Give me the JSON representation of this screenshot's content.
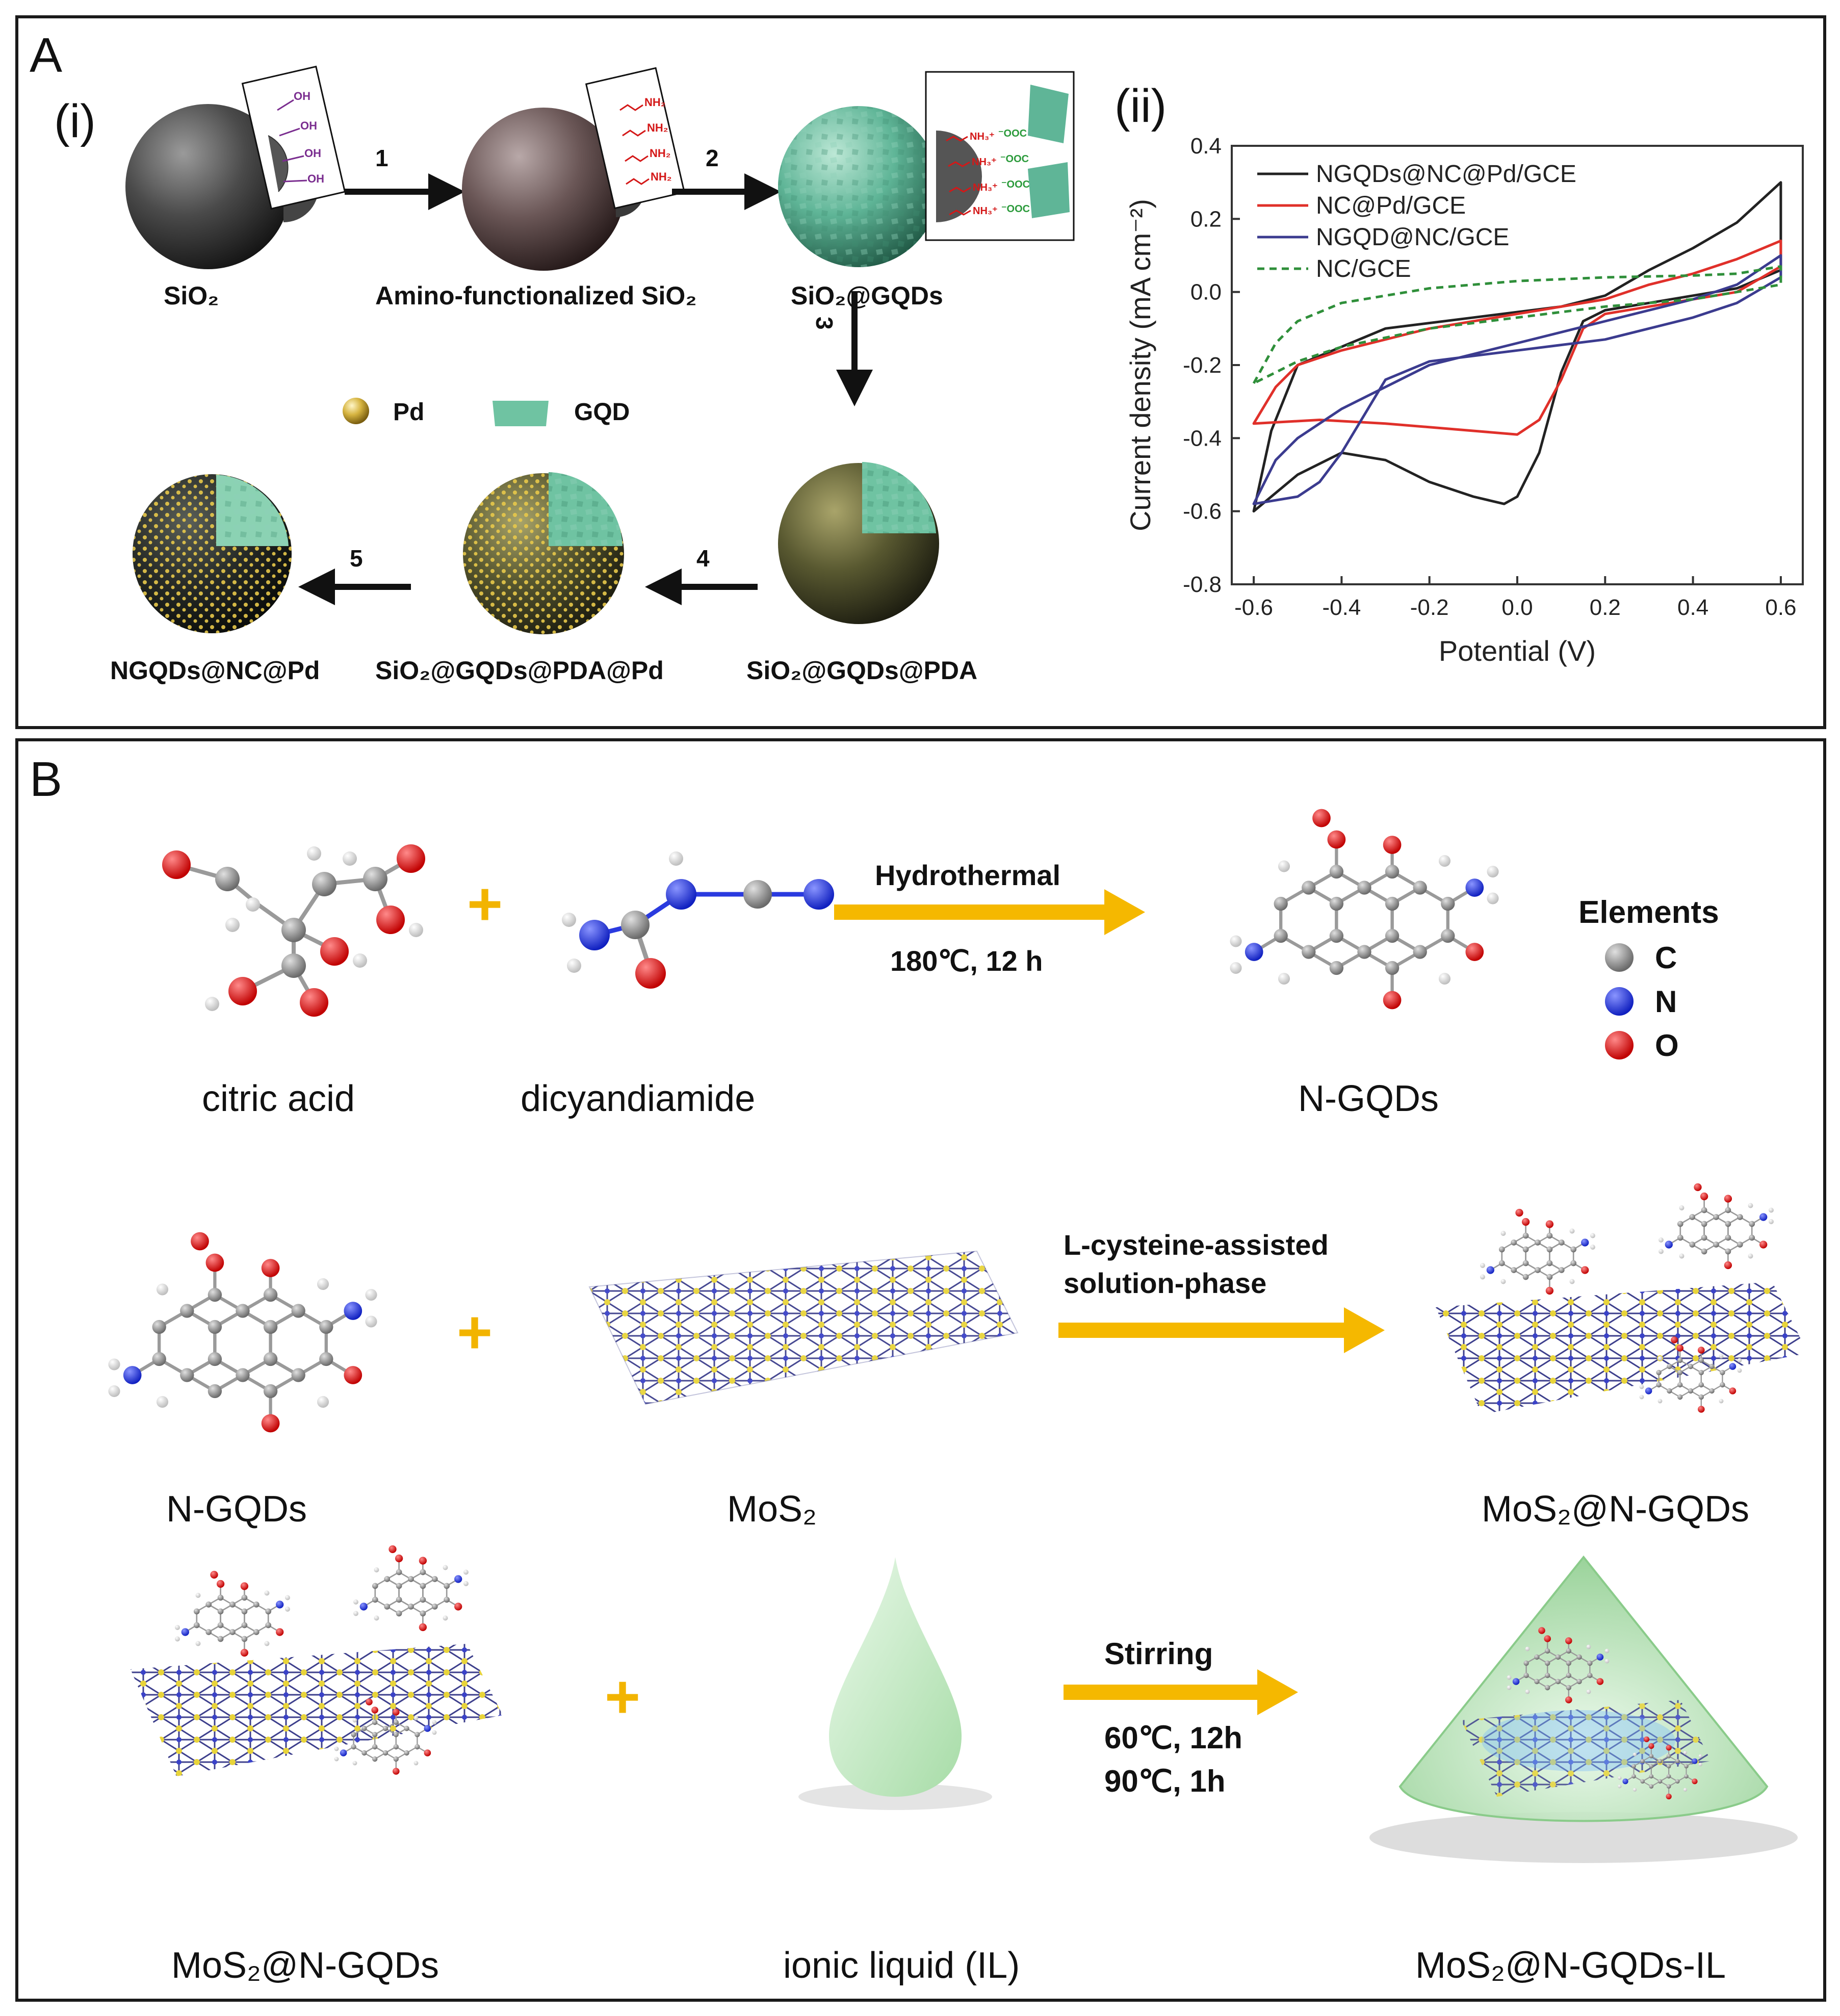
{
  "panelA": {
    "letter": "A",
    "sub_i": "(i)",
    "sub_ii": "(ii)",
    "labels": {
      "sio2": "SiO₂",
      "amino": "Amino-functionalized SiO₂",
      "sio2gqds": "SiO₂@GQDs",
      "sio2gqdspda": "SiO₂@GQDs@PDA",
      "sio2gqdspdapd": "SiO₂@GQDs@PDA@Pd",
      "ngqdsncpd": "NGQDs@NC@Pd"
    },
    "steps": [
      "1",
      "2",
      "3",
      "4",
      "5"
    ],
    "legend": {
      "pd": "Pd",
      "gqd": "GQD"
    },
    "chem_labels": {
      "oh": "OH",
      "nh2": "NH₂",
      "nh3": "NH₃⁺",
      "ooc": "⁻OOC"
    }
  },
  "chart_data": {
    "type": "line",
    "xlabel": "Potential (V)",
    "ylabel": "Current density (mA cm⁻²)",
    "xlim": [
      -0.65,
      0.65
    ],
    "ylim": [
      -0.8,
      0.4
    ],
    "xticks": [
      -0.6,
      -0.4,
      -0.2,
      0.0,
      0.2,
      0.4,
      0.6
    ],
    "yticks": [
      -0.8,
      -0.6,
      -0.4,
      -0.2,
      0.0,
      0.2,
      0.4
    ],
    "legend_position": "top-left",
    "series": [
      {
        "name": "NGQDs@NC@Pd/GCE",
        "color": "#222222",
        "dash": "none",
        "points": [
          [
            -0.6,
            -0.6
          ],
          [
            -0.56,
            -0.38
          ],
          [
            -0.5,
            -0.2
          ],
          [
            -0.4,
            -0.15
          ],
          [
            -0.3,
            -0.1
          ],
          [
            -0.1,
            -0.07
          ],
          [
            0.1,
            -0.04
          ],
          [
            0.2,
            -0.01
          ],
          [
            0.3,
            0.06
          ],
          [
            0.4,
            0.12
          ],
          [
            0.5,
            0.19
          ],
          [
            0.6,
            0.3
          ],
          [
            0.6,
            0.06
          ],
          [
            0.5,
            0.01
          ],
          [
            0.4,
            -0.01
          ],
          [
            0.3,
            -0.03
          ],
          [
            0.2,
            -0.05
          ],
          [
            0.15,
            -0.08
          ],
          [
            0.1,
            -0.22
          ],
          [
            0.05,
            -0.44
          ],
          [
            0.0,
            -0.56
          ],
          [
            -0.03,
            -0.58
          ],
          [
            -0.1,
            -0.56
          ],
          [
            -0.2,
            -0.52
          ],
          [
            -0.3,
            -0.46
          ],
          [
            -0.4,
            -0.44
          ],
          [
            -0.5,
            -0.5
          ],
          [
            -0.6,
            -0.6
          ]
        ]
      },
      {
        "name": "NC@Pd/GCE",
        "color": "#e0302a",
        "dash": "none",
        "points": [
          [
            -0.6,
            -0.36
          ],
          [
            -0.55,
            -0.26
          ],
          [
            -0.5,
            -0.2
          ],
          [
            -0.4,
            -0.16
          ],
          [
            -0.2,
            -0.1
          ],
          [
            0.0,
            -0.06
          ],
          [
            0.2,
            -0.02
          ],
          [
            0.3,
            0.02
          ],
          [
            0.4,
            0.05
          ],
          [
            0.5,
            0.09
          ],
          [
            0.6,
            0.14
          ],
          [
            0.6,
            0.07
          ],
          [
            0.5,
            0.0
          ],
          [
            0.4,
            -0.02
          ],
          [
            0.3,
            -0.04
          ],
          [
            0.2,
            -0.06
          ],
          [
            0.15,
            -0.1
          ],
          [
            0.1,
            -0.24
          ],
          [
            0.05,
            -0.35
          ],
          [
            0.0,
            -0.39
          ],
          [
            -0.1,
            -0.38
          ],
          [
            -0.3,
            -0.36
          ],
          [
            -0.45,
            -0.35
          ],
          [
            -0.6,
            -0.36
          ]
        ]
      },
      {
        "name": "NGQD@NC/GCE",
        "color": "#3b3b8f",
        "dash": "none",
        "points": [
          [
            -0.6,
            -0.58
          ],
          [
            -0.55,
            -0.46
          ],
          [
            -0.5,
            -0.4
          ],
          [
            -0.4,
            -0.32
          ],
          [
            -0.3,
            -0.26
          ],
          [
            -0.2,
            -0.2
          ],
          [
            0.0,
            -0.14
          ],
          [
            0.2,
            -0.08
          ],
          [
            0.4,
            -0.02
          ],
          [
            0.5,
            0.02
          ],
          [
            0.6,
            0.1
          ],
          [
            0.6,
            0.04
          ],
          [
            0.5,
            -0.03
          ],
          [
            0.4,
            -0.07
          ],
          [
            0.2,
            -0.13
          ],
          [
            0.0,
            -0.16
          ],
          [
            -0.2,
            -0.19
          ],
          [
            -0.3,
            -0.24
          ],
          [
            -0.35,
            -0.34
          ],
          [
            -0.4,
            -0.44
          ],
          [
            -0.45,
            -0.52
          ],
          [
            -0.5,
            -0.56
          ],
          [
            -0.6,
            -0.58
          ]
        ]
      },
      {
        "name": "NC/GCE",
        "color": "#2f8f3a",
        "dash": "14,10",
        "points": [
          [
            -0.6,
            -0.25
          ],
          [
            -0.55,
            -0.14
          ],
          [
            -0.5,
            -0.08
          ],
          [
            -0.4,
            -0.03
          ],
          [
            -0.2,
            0.01
          ],
          [
            0.0,
            0.03
          ],
          [
            0.2,
            0.04
          ],
          [
            0.4,
            0.045
          ],
          [
            0.5,
            0.05
          ],
          [
            0.6,
            0.07
          ],
          [
            0.6,
            0.02
          ],
          [
            0.5,
            0.0
          ],
          [
            0.4,
            -0.02
          ],
          [
            0.2,
            -0.04
          ],
          [
            0.0,
            -0.07
          ],
          [
            -0.2,
            -0.1
          ],
          [
            -0.4,
            -0.15
          ],
          [
            -0.5,
            -0.19
          ],
          [
            -0.6,
            -0.25
          ]
        ]
      }
    ]
  },
  "panelB": {
    "letter": "B",
    "row1": {
      "citric": "citric acid",
      "dicy": "dicyandiamide",
      "ngqds": "N-GQDs",
      "cond1": "Hydrothermal",
      "cond2": "180℃, 12 h",
      "elements_title": "Elements",
      "elements": [
        "C",
        "N",
        "O"
      ],
      "element_colors": [
        "#808080",
        "#2a3adf",
        "#e11d1d"
      ]
    },
    "row2": {
      "ngqds": "N-GQDs",
      "mos2": "MoS₂",
      "product": "MoS₂@N-GQDs",
      "cond1": "L-cysteine-assisted",
      "cond2": "solution-phase"
    },
    "row3": {
      "mos2ngqds": "MoS₂@N-GQDs",
      "il": "ionic liquid (IL)",
      "product": "MoS₂@N-GQDs-IL",
      "cond1": "Stirring",
      "cond2": "60℃, 12h",
      "cond3": "90℃, 1h"
    },
    "plus": "+"
  }
}
